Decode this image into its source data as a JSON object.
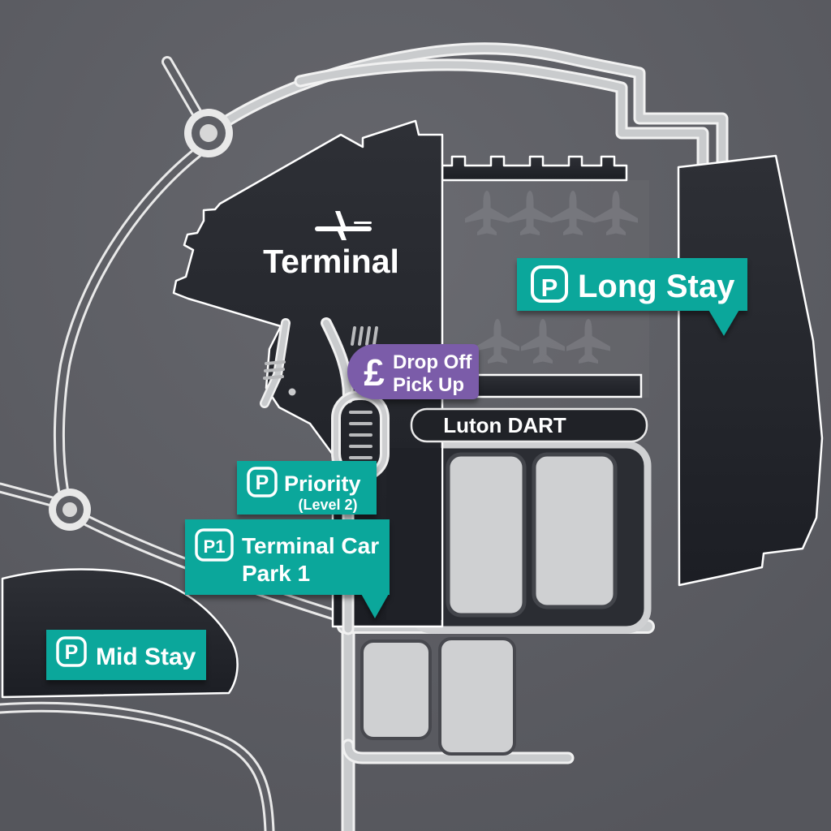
{
  "terminal": {
    "label": "Terminal"
  },
  "transit": {
    "luton_dart": "Luton DART"
  },
  "markers": {
    "long_stay": {
      "icon": "P",
      "label": "Long Stay"
    },
    "drop_off": {
      "icon": "£",
      "line1": "Drop Off",
      "line2": "Pick Up"
    },
    "priority": {
      "icon": "P",
      "label": "Priority",
      "sublabel": "(Level 2)"
    },
    "terminal_car_park_1": {
      "icon": "P1",
      "line1": "Terminal Car",
      "line2": "Park 1"
    },
    "mid_stay": {
      "icon": "P",
      "label": "Mid Stay"
    }
  },
  "airplanes": {
    "apron_row_1_count": 4,
    "apron_row_2_count": 3
  },
  "colors": {
    "background": "#5c5d63",
    "building_dark": "#23252b",
    "road_fill": "#c9cbcd",
    "road_casing": "#f1f1f1",
    "parking_accent_teal": "#0ba79b",
    "dropoff_accent_purple": "#7b5ca9",
    "dart_bar": "#202227",
    "light_block": "#cfd0d2",
    "airplane_gray": "#797a80",
    "label_text": "#ffffff"
  }
}
